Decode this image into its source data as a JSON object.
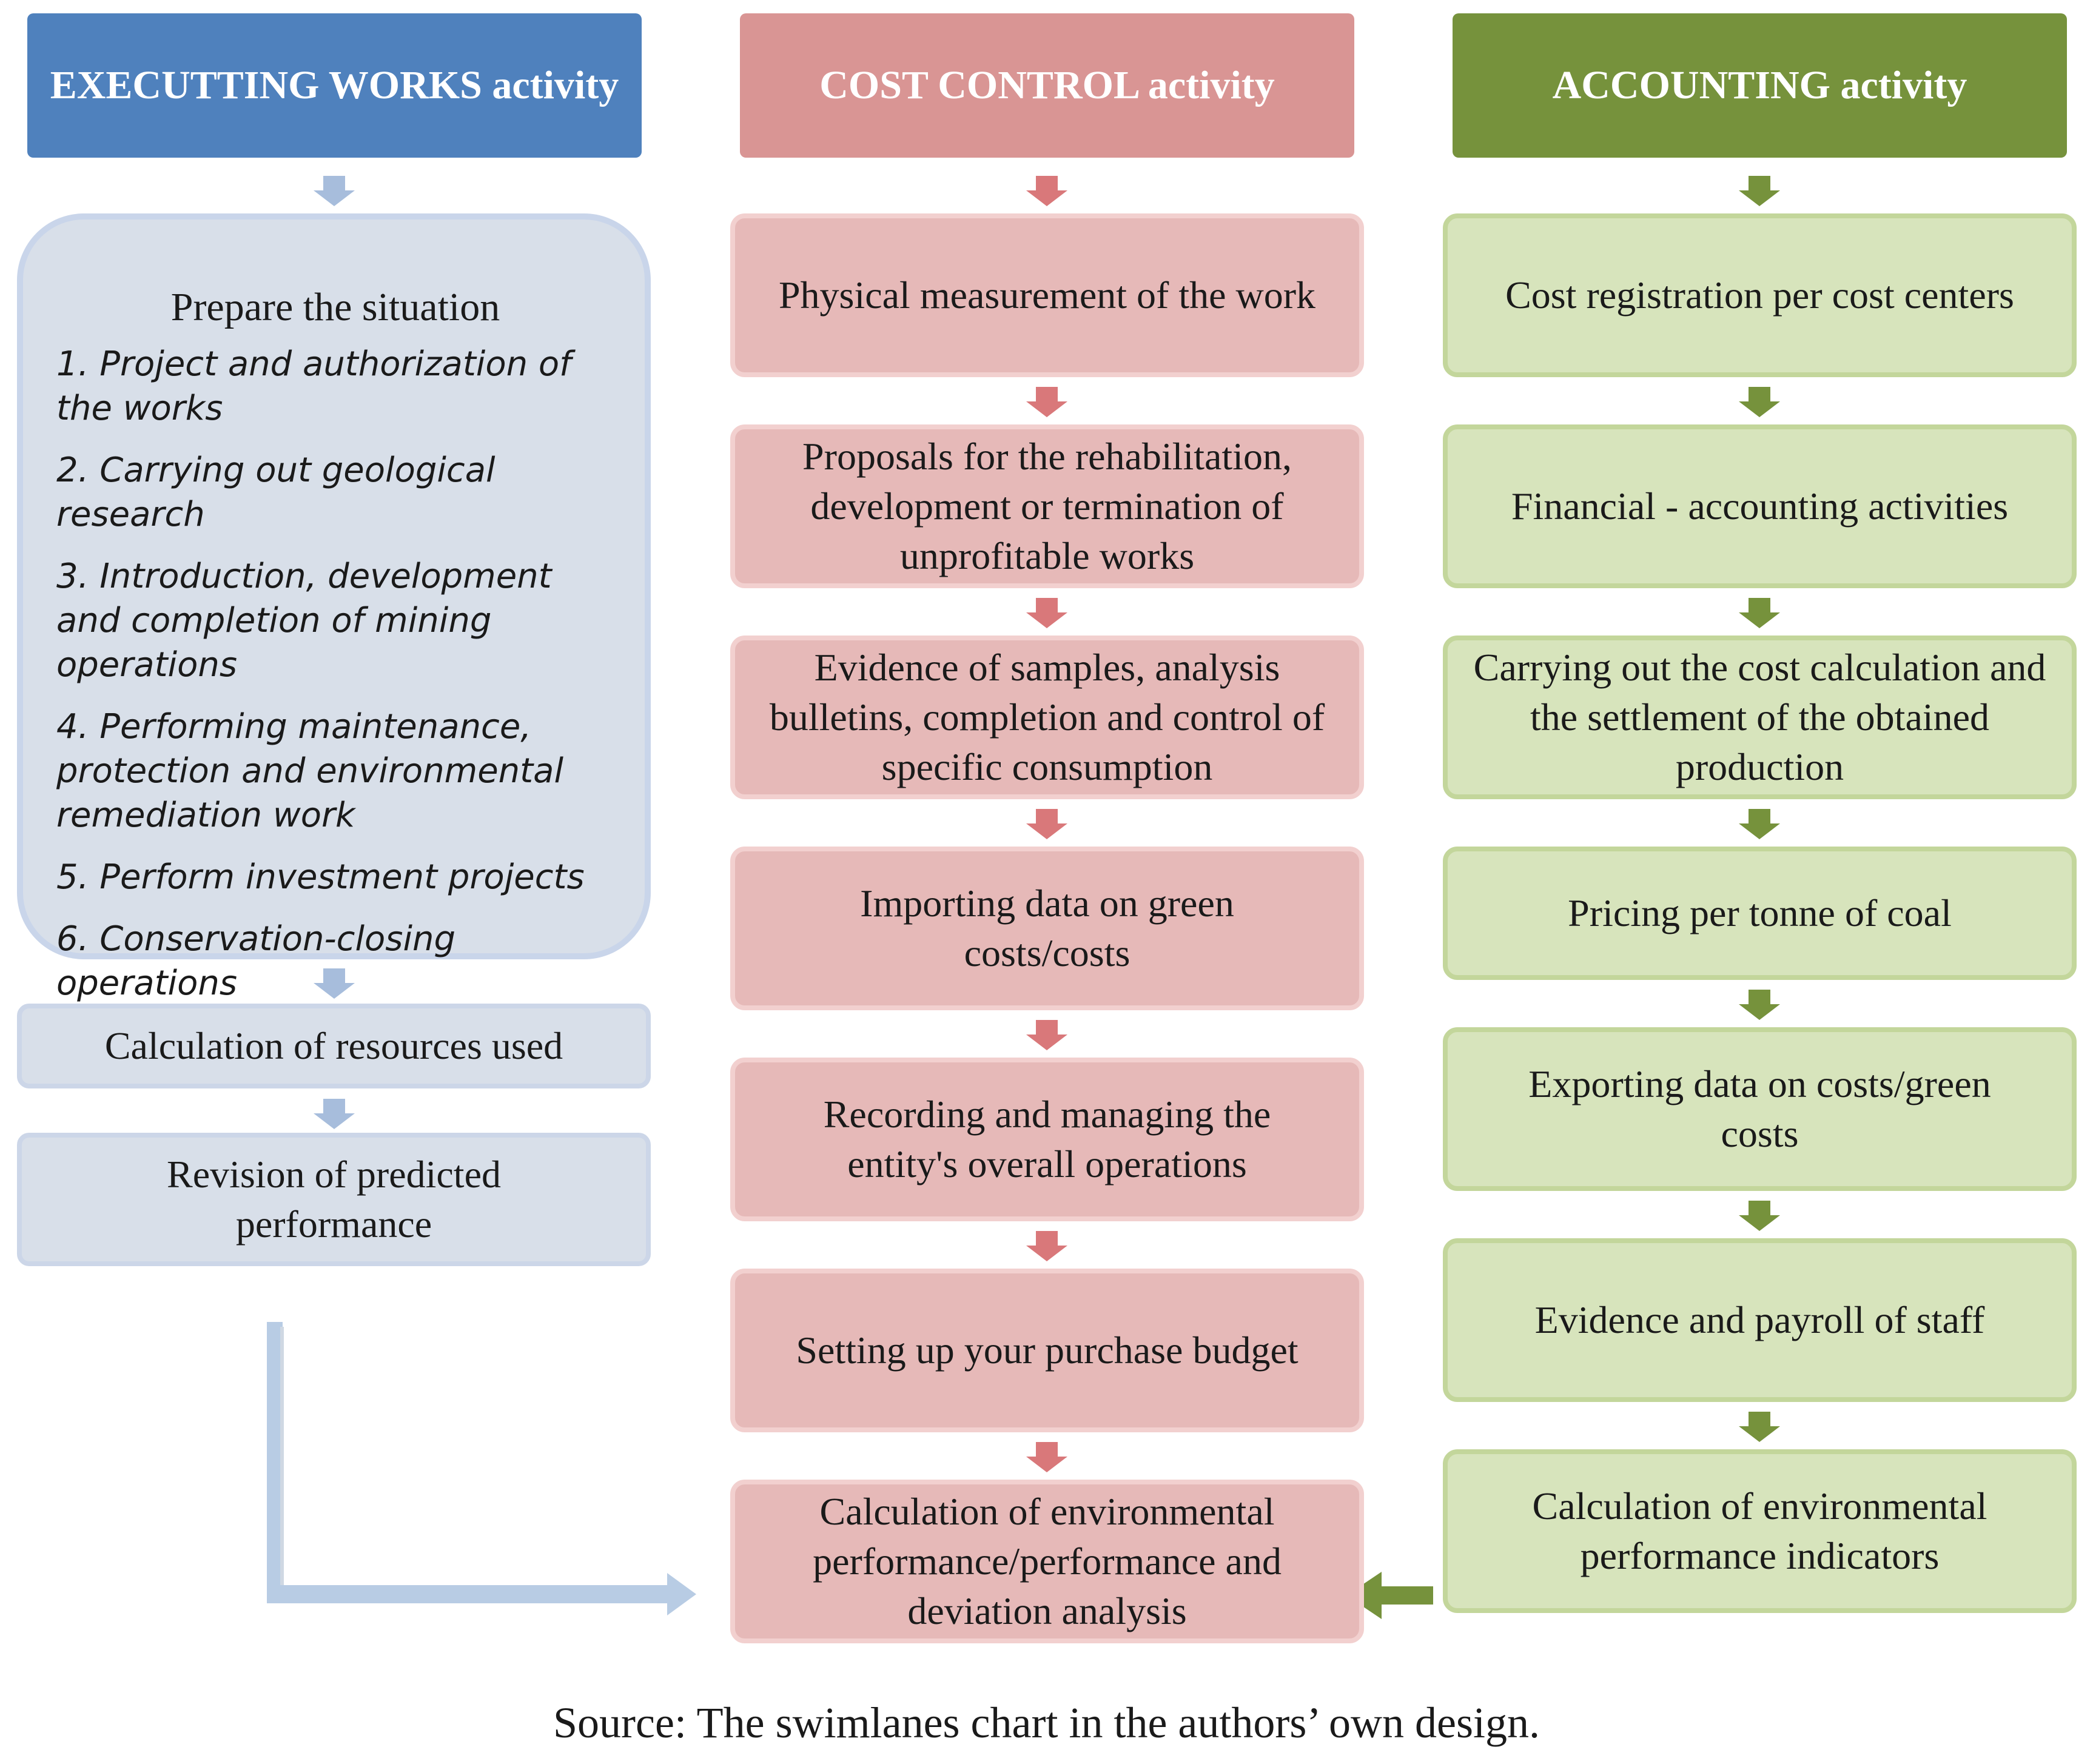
{
  "headers": {
    "executing": "EXECUTTING WORKS activity",
    "cost_control": "COST CONTROL activity",
    "accounting": "ACCOUNTING activity"
  },
  "executing": {
    "prepare_title": "Prepare the situation",
    "items": [
      "1. Project and authorization of the works",
      "2. Carrying out geological research",
      "3. Introduction, development and completion of mining operations",
      "4. Performing maintenance, protection and environmental remediation work",
      "5. Perform investment projects",
      "6. Conservation-closing operations"
    ],
    "calc_resources": "Calculation of resources used",
    "revision": "Revision of predicted performance"
  },
  "cost_control": {
    "steps": [
      "Physical measurement of the work",
      "Proposals for the rehabilitation, development or termination of unprofitable works",
      "Evidence of samples, analysis bulletins, completion and control of specific consumption",
      "Importing data on green costs/costs",
      "Recording and managing the entity's overall operations",
      "Setting up your purchase budget",
      "Calculation of environmental performance/performance and deviation analysis"
    ]
  },
  "accounting": {
    "steps": [
      "Cost registration per cost centers",
      "Financial - accounting activities",
      "Carrying out the cost calculation and the settlement of the obtained production",
      "Pricing per tonne of coal",
      "Exporting data on costs/green costs",
      "Evidence and payroll of staff",
      "Calculation of environmental performance indicators"
    ]
  },
  "source": "Source: The swimlanes chart in the authors’ own design.",
  "colors": {
    "blue": "#4f81bd",
    "red": "#d99594",
    "green": "#76923c",
    "blue_light": "#d8dfe9",
    "red_light": "#e6b9b8",
    "green_light": "#d7e4bc"
  }
}
